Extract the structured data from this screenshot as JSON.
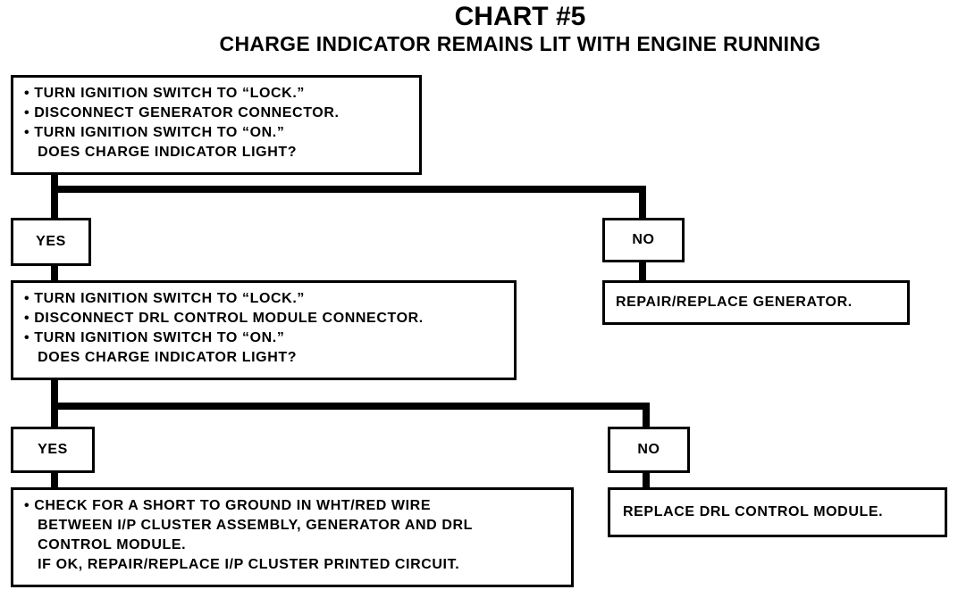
{
  "chart": {
    "title": "CHART #5",
    "subtitle": "CHARGE INDICATOR REMAINS LIT WITH ENGINE RUNNING"
  },
  "step1": {
    "lines": [
      "• TURN IGNITION SWITCH TO “LOCK.”",
      "• DISCONNECT GENERATOR CONNECTOR.",
      "• TURN IGNITION SWITCH TO “ON.”",
      "   DOES CHARGE INDICATOR LIGHT?"
    ]
  },
  "branch1": {
    "yes_label": "YES",
    "no_label": "NO",
    "no_action": "REPAIR/REPLACE GENERATOR."
  },
  "step2": {
    "lines": [
      "• TURN IGNITION SWITCH TO “LOCK.”",
      "• DISCONNECT DRL CONTROL MODULE CONNECTOR.",
      "• TURN IGNITION SWITCH TO “ON.”",
      "   DOES CHARGE INDICATOR LIGHT?"
    ]
  },
  "branch2": {
    "yes_label": "YES",
    "no_label": "NO",
    "no_action": "REPLACE DRL CONTROL MODULE."
  },
  "step3": {
    "lines": [
      "• CHECK FOR A SHORT TO GROUND IN WHT/RED WIRE",
      "   BETWEEN I/P CLUSTER ASSEMBLY, GENERATOR AND DRL",
      "   CONTROL MODULE.",
      "   IF OK, REPAIR/REPLACE I/P CLUSTER PRINTED CIRCUIT."
    ]
  }
}
